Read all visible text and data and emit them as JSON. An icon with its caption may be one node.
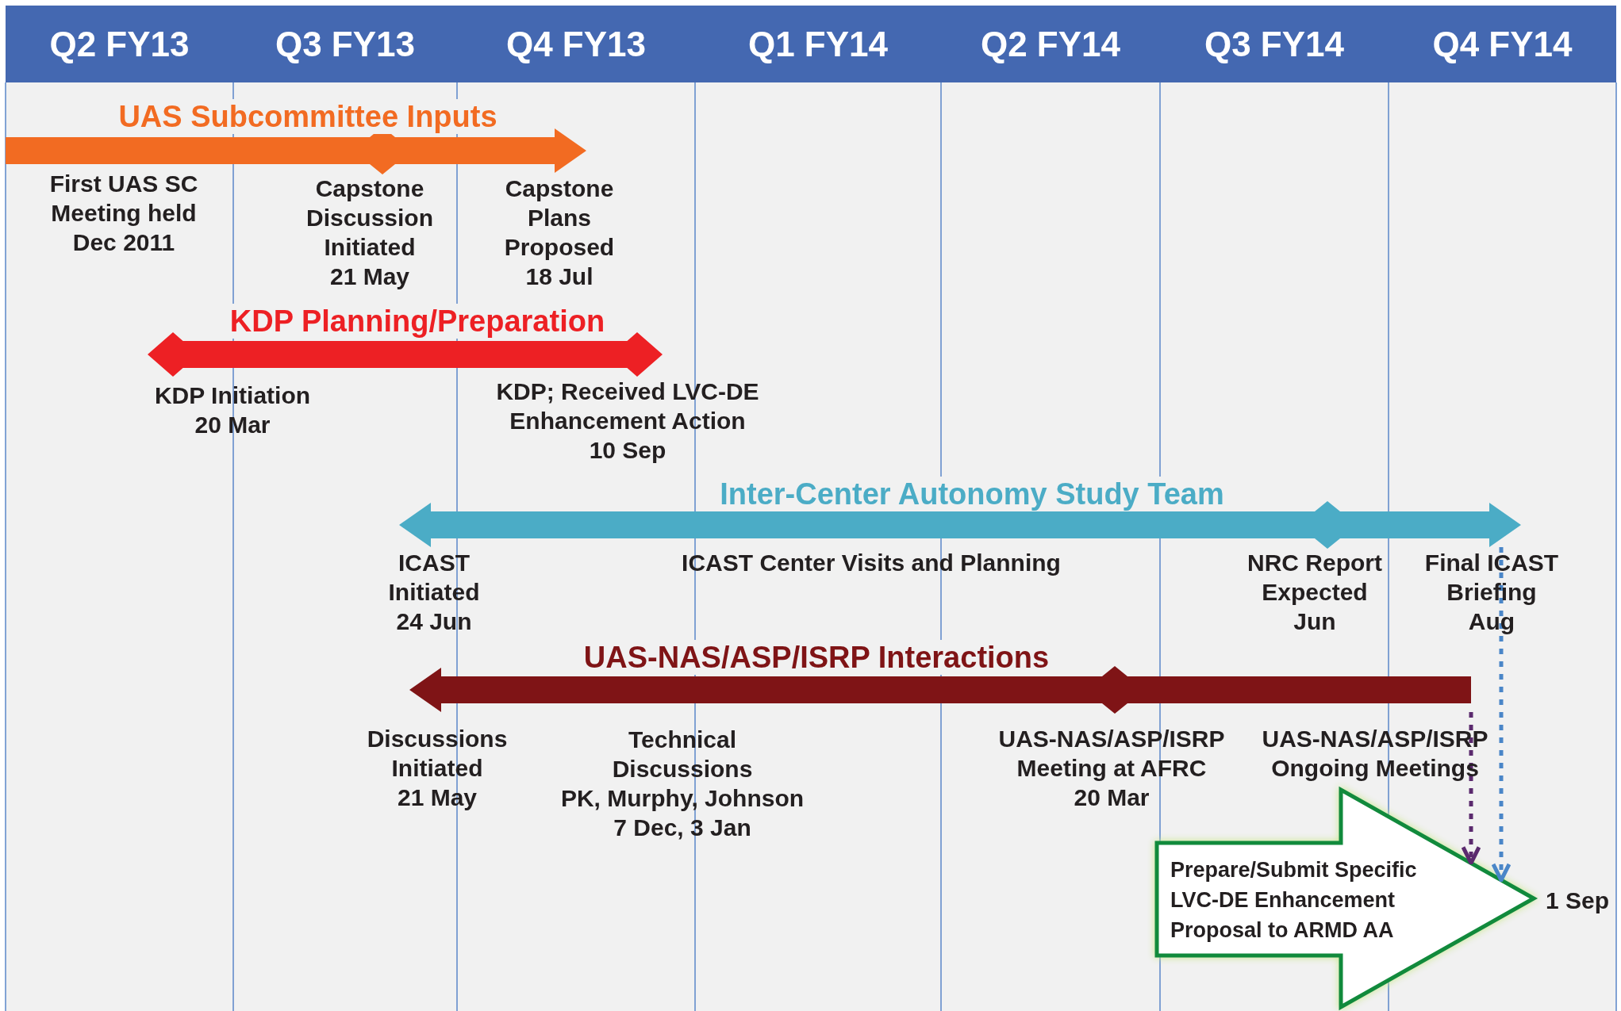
{
  "diagram": {
    "nodes": [
      {
        "text": [
          "UAS Subcommittee Inputs"
        ]
      },
      {
        "text": [
          "KDP Planning/Preparation"
        ]
      },
      {
        "text": [
          "Inter-Center Autonomy Study Team"
        ]
      },
      {
        "text": [
          "UAS-NAS/ASP/ISRP Interactions"
        ]
      },
      {
        "text": [
          "Prepare/Submit Specific LVC-DE Enhancement Proposal to ARMD AA"
        ],
        "beside": [
          "1 Sep"
        ]
      }
    ],
    "edges": [
      {
        "from": 3,
        "to": 4,
        "arrow": "to",
        "style": "dashed",
        "color": "#5b2a6e"
      },
      {
        "from": 2,
        "to": 4,
        "arrow": "to",
        "style": "dashed",
        "color": "#4a86c8"
      }
    ],
    "labels": [
      "Q2 FY13",
      "Q3 FY13",
      "Q4 FY13",
      "Q1 FY14",
      "Q2 FY14",
      "Q3 FY14",
      "Q4 FY14",
      "First UAS SC Meeting held Dec 2011",
      "Capstone Discussion Initiated 21 May",
      "Capstone Plans Proposed 18 Jul",
      "KDP Initiation 20 Mar",
      "KDP; Received LVC-DE Enhancement Action 10 Sep",
      "ICAST Initiated 24 Jun",
      "ICAST Center Visits and Planning",
      "NRC Report Expected Jun",
      "Final ICAST Briefing Aug",
      "Discussions Initiated 21 May",
      "Technical Discussions PK, Murphy, Johnson 7 Dec, 3 Jan",
      "UAS-NAS/ASP/ISRP Meeting at AFRC 20 Mar",
      "UAS-NAS/ASP/ISRP Ongoing Meetings"
    ]
  }
}
